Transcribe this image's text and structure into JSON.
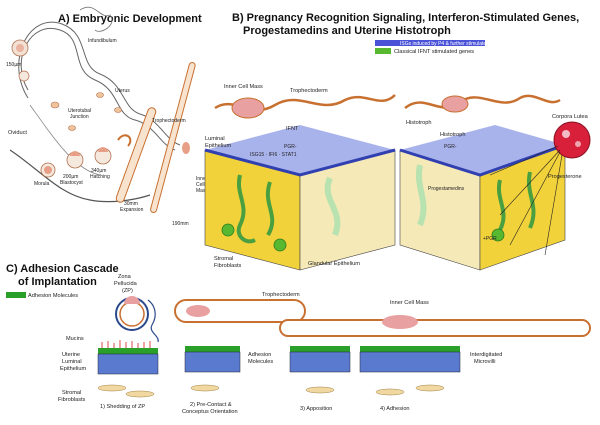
{
  "panel_a": {
    "title": "A) Embryonic Development",
    "labels": {
      "size_150": "150µm",
      "infundibulum": "Infundibulum",
      "oviduct": "Oviduct",
      "uterotubal_junction_1": "Uterotubal",
      "uterotubal_junction_2": "Junction",
      "uterus": "Uterus",
      "morula": "Morula",
      "blastocyst_1": "200µm",
      "blastocyst_2": "Blastocyst",
      "hatching_1": "340µm",
      "hatching_2": "Hatching",
      "trophectoderm": "Trophectoderm",
      "expansion_1": "30mm",
      "expansion_2": "Expansion",
      "inner_cell_mass_1": "Inner",
      "inner_cell_mass_2": "Cell",
      "inner_cell_mass_3": "Mass",
      "size_190": "190mm"
    }
  },
  "panel_b": {
    "title_line1": "B) Pregnancy Recognition Signaling, Interferon-Stimulated Genes,",
    "title_line2": "Progestamedins and Uterine Histotroph",
    "legend": [
      {
        "label": "ISGs induced by P4 & further stimulated by IFNT",
        "color": "#4a52d8"
      },
      {
        "label": "Classical IFNT stimulated genes",
        "color": "#58b830"
      }
    ],
    "labels": {
      "inner_cell_mass": "Inner Cell Mass",
      "trophectoderm": "Trophectoderm",
      "luminal_epithelium_1": "Luminal",
      "luminal_epithelium_2": "Epithelium",
      "ifnt": "IFNT",
      "pgr": "PGR-",
      "isgs": "ISG15 · IFI6 · STAT1",
      "stromal_fibroblasts_1": "Stromal",
      "stromal_fibroblasts_2": "Fibroblasts",
      "glandular_epithelium": "Glandular Epithelium",
      "histotroph_1": "Histotroph",
      "histotroph_2": "Histotroph",
      "pgr_right": "PGR-",
      "progestamedins": "Progestamedins",
      "pgr_plus": "+PGR",
      "corpora_lutea": "Corpora Lutea",
      "progesterone": "Progesterone"
    }
  },
  "panel_c": {
    "title_line1": "C) Adhesion Cascade",
    "title_line2": "of Implantation",
    "legend": {
      "label": "Adhesion Molecules",
      "color": "#2aa02a"
    },
    "labels": {
      "zona_1": "Zona",
      "zona_2": "Pellucida",
      "zona_3": "(ZP)",
      "mucins": "Mucins",
      "uterine_1": "Uterine",
      "uterine_2": "Luminal",
      "uterine_3": "Epithelium",
      "stromal_1": "Stromal",
      "stromal_2": "Fibroblasts",
      "trophectoderm": "Trophectoderm",
      "inner_cell_mass": "Inner Cell Mass",
      "adhesion_molecules_1": "Adhesion",
      "adhesion_molecules_2": "Molecules",
      "interdigitated_1": "Interdigitated",
      "interdigitated_2": "Microvilli"
    },
    "steps": [
      "1) Shedding of ZP",
      "2) Pre-Contact &",
      "Conceptus Orientation",
      "3) Apposition",
      "4) Adhesion"
    ]
  }
}
